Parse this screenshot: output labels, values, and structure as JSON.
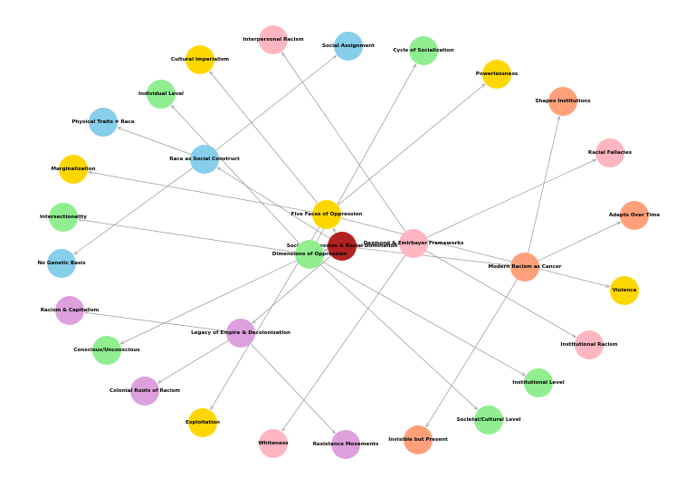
{
  "colors": {
    "edge": "#9a9a9a",
    "central": "#b22222",
    "yellow": "#ffd700",
    "blue": "#87ceeb",
    "green": "#90ee90",
    "pink": "#ffb6c1",
    "orange": "#ffa07a",
    "purple": "#dda0dd"
  },
  "nodes": [
    {
      "id": "central",
      "label": "Social Oppression & Racial Domination",
      "color": "central"
    },
    {
      "id": "five-faces",
      "label": "Five Faces of Oppression",
      "color": "yellow"
    },
    {
      "id": "dimensions",
      "label": "Dimensions of Oppression",
      "color": "green"
    },
    {
      "id": "desmond",
      "label": "Desmond & Emirbayer Frameworks",
      "color": "pink"
    },
    {
      "id": "modern-racism",
      "label": "Modern Racism as Cancer",
      "color": "orange"
    },
    {
      "id": "race-construct",
      "label": "Race as Social Construct",
      "color": "blue"
    },
    {
      "id": "legacy-empire",
      "label": "Legacy of Empire & Decolonization",
      "color": "purple"
    },
    {
      "id": "interpersonal",
      "label": "Interpersonal Racism",
      "color": "pink"
    },
    {
      "id": "social-assignment",
      "label": "Social Assignment",
      "color": "blue"
    },
    {
      "id": "cycle-socialization",
      "label": "Cycle of Socialization",
      "color": "green"
    },
    {
      "id": "cultural-imperialism",
      "label": "Cultural Imperialism",
      "color": "yellow"
    },
    {
      "id": "powerlessness",
      "label": "Powerlessness",
      "color": "yellow"
    },
    {
      "id": "individual-level",
      "label": "Individual Level",
      "color": "green"
    },
    {
      "id": "shapes-institutions",
      "label": "Shapes Institutions",
      "color": "orange"
    },
    {
      "id": "physical-traits",
      "label": "Physical Traits ≠ Race",
      "color": "blue"
    },
    {
      "id": "racial-fallacies",
      "label": "Racial Fallacies",
      "color": "pink"
    },
    {
      "id": "marginalization",
      "label": "Marginalization",
      "color": "yellow"
    },
    {
      "id": "intersectionality",
      "label": "Intersectionality",
      "color": "green"
    },
    {
      "id": "adapts-time",
      "label": "Adapts Over Time",
      "color": "orange"
    },
    {
      "id": "no-genetic",
      "label": "No Genetic Basis",
      "color": "blue"
    },
    {
      "id": "violence",
      "label": "Violence",
      "color": "yellow"
    },
    {
      "id": "racism-capitalism",
      "label": "Racism & Capitalism",
      "color": "purple"
    },
    {
      "id": "institutional-racism",
      "label": "Institutional Racism",
      "color": "pink"
    },
    {
      "id": "conscious",
      "label": "Conscious/Unconscious",
      "color": "green"
    },
    {
      "id": "institutional-level",
      "label": "Institutional Level",
      "color": "green"
    },
    {
      "id": "colonial-roots",
      "label": "Colonial Roots of Racism",
      "color": "purple"
    },
    {
      "id": "societal-level",
      "label": "Societal/Cultural Level",
      "color": "green"
    },
    {
      "id": "exploitation",
      "label": "Exploitation",
      "color": "yellow"
    },
    {
      "id": "whiteness",
      "label": "Whiteness",
      "color": "pink"
    },
    {
      "id": "resistance",
      "label": "Resistance Movements",
      "color": "purple"
    },
    {
      "id": "invisible",
      "label": "Invisible but Present",
      "color": "orange"
    }
  ],
  "edges": [
    [
      "central",
      "five-faces"
    ],
    [
      "central",
      "dimensions"
    ],
    [
      "central",
      "desmond"
    ],
    [
      "central",
      "modern-racism"
    ],
    [
      "central",
      "race-construct"
    ],
    [
      "central",
      "legacy-empire"
    ],
    [
      "five-faces",
      "cultural-imperialism"
    ],
    [
      "five-faces",
      "powerlessness"
    ],
    [
      "five-faces",
      "marginalization"
    ],
    [
      "five-faces",
      "violence"
    ],
    [
      "five-faces",
      "exploitation"
    ],
    [
      "dimensions",
      "cycle-socialization"
    ],
    [
      "dimensions",
      "individual-level"
    ],
    [
      "dimensions",
      "intersectionality"
    ],
    [
      "dimensions",
      "conscious"
    ],
    [
      "dimensions",
      "institutional-level"
    ],
    [
      "dimensions",
      "societal-level"
    ],
    [
      "desmond",
      "interpersonal"
    ],
    [
      "desmond",
      "racial-fallacies"
    ],
    [
      "desmond",
      "institutional-racism"
    ],
    [
      "desmond",
      "whiteness"
    ],
    [
      "modern-racism",
      "shapes-institutions"
    ],
    [
      "modern-racism",
      "adapts-time"
    ],
    [
      "modern-racism",
      "invisible"
    ],
    [
      "race-construct",
      "social-assignment"
    ],
    [
      "race-construct",
      "physical-traits"
    ],
    [
      "race-construct",
      "no-genetic"
    ],
    [
      "legacy-empire",
      "racism-capitalism"
    ],
    [
      "legacy-empire",
      "colonial-roots"
    ],
    [
      "legacy-empire",
      "resistance"
    ]
  ]
}
